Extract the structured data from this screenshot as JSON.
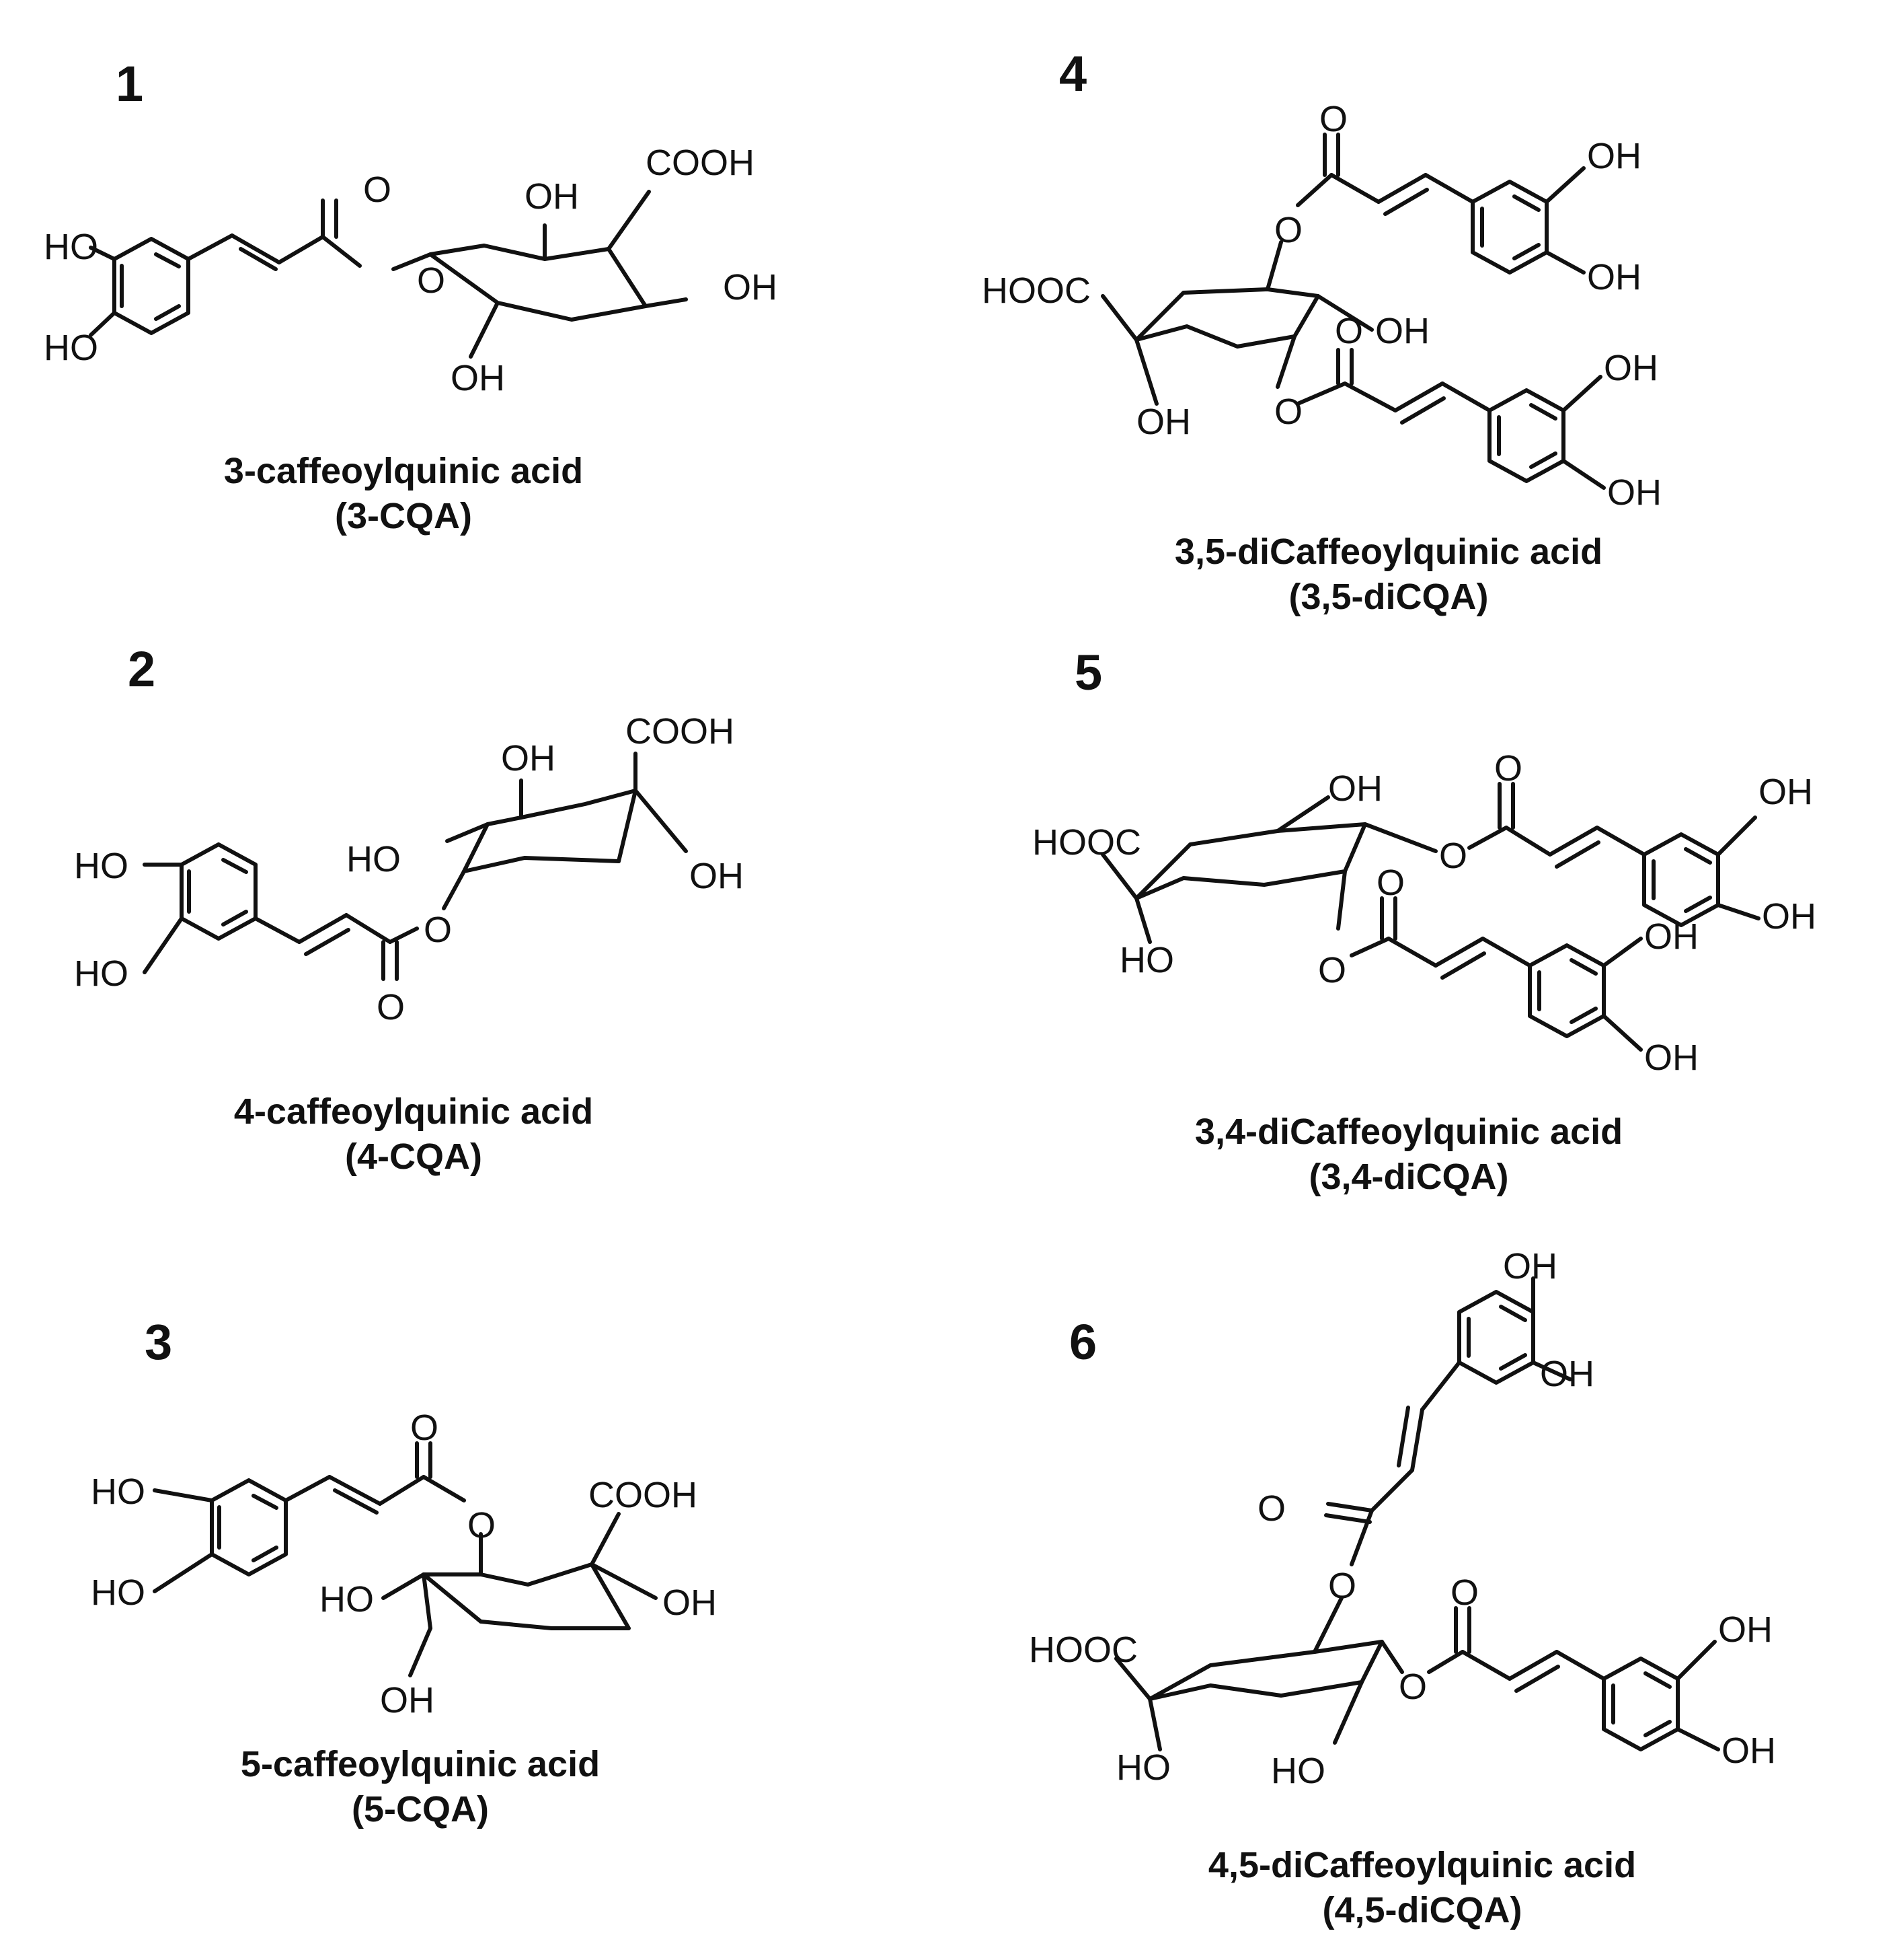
{
  "atoms": {
    "oh": "OH",
    "ho": "HO",
    "o": "O",
    "cooh": "COOH",
    "hooc": "HOOC"
  },
  "compounds": [
    {
      "number": "1",
      "name": "3-caffeoylquinic acid",
      "abbr": "(3-CQA)"
    },
    {
      "number": "2",
      "name": "4-caffeoylquinic acid",
      "abbr": "(4-CQA)"
    },
    {
      "number": "3",
      "name": "5-caffeoylquinic acid",
      "abbr": "(5-CQA)"
    },
    {
      "number": "4",
      "name": "3,5-diCaffeoylquinic acid",
      "abbr": "(3,5-diCQA)"
    },
    {
      "number": "5",
      "name": "3,4-diCaffeoylquinic acid",
      "abbr": "(3,4-diCQA)"
    },
    {
      "number": "6",
      "name": "4,5-diCaffeoylquinic acid",
      "abbr": "(4,5-diCQA)"
    }
  ]
}
